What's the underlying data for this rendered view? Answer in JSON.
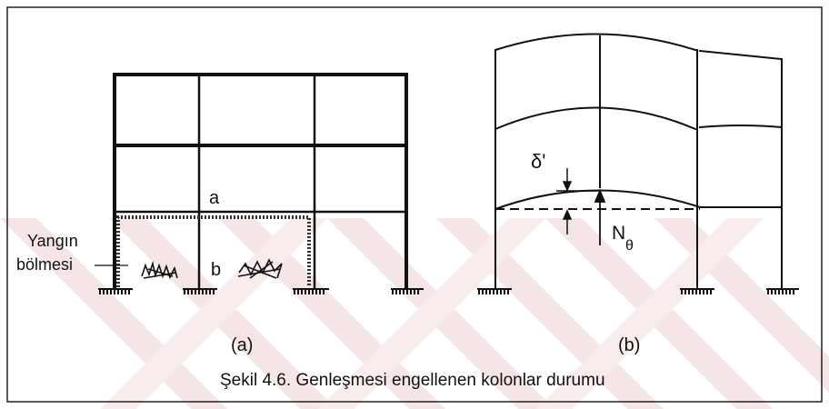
{
  "figure": {
    "caption": "Şekil 4.6. Genleşmesi engellenen kolonlar durumu",
    "accent_color": "#e8c4c8"
  },
  "panel_a": {
    "sublabel": "(a)",
    "label_a": "a",
    "label_b": "b",
    "fire_label_line1": "Yangın",
    "fire_label_line2": "bölmesi"
  },
  "panel_b": {
    "sublabel": "(b)",
    "delta_label": "δ'",
    "force_label_main": "N",
    "force_label_sub": "θ"
  }
}
